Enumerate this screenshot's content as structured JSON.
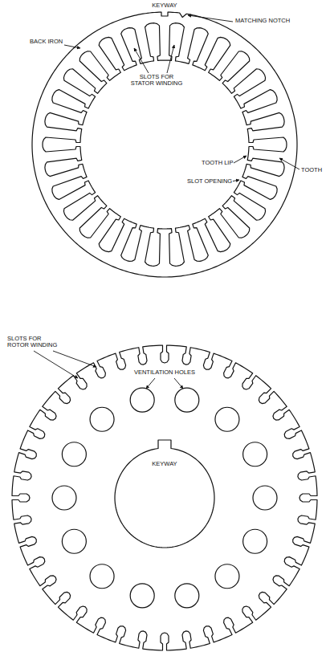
{
  "diagram": {
    "labels": [
      "KEYWAY",
      "MATCHING NOTCH",
      "BACK IRON",
      "SLOTS FOR STATOR WINDING",
      "TOOTH LIP",
      "TOOTH",
      "SLOT OPENING",
      "SLOTS FOR ROTOR WINDING",
      "VENTILATION HOLES",
      "KEYWAY"
    ]
  }
}
